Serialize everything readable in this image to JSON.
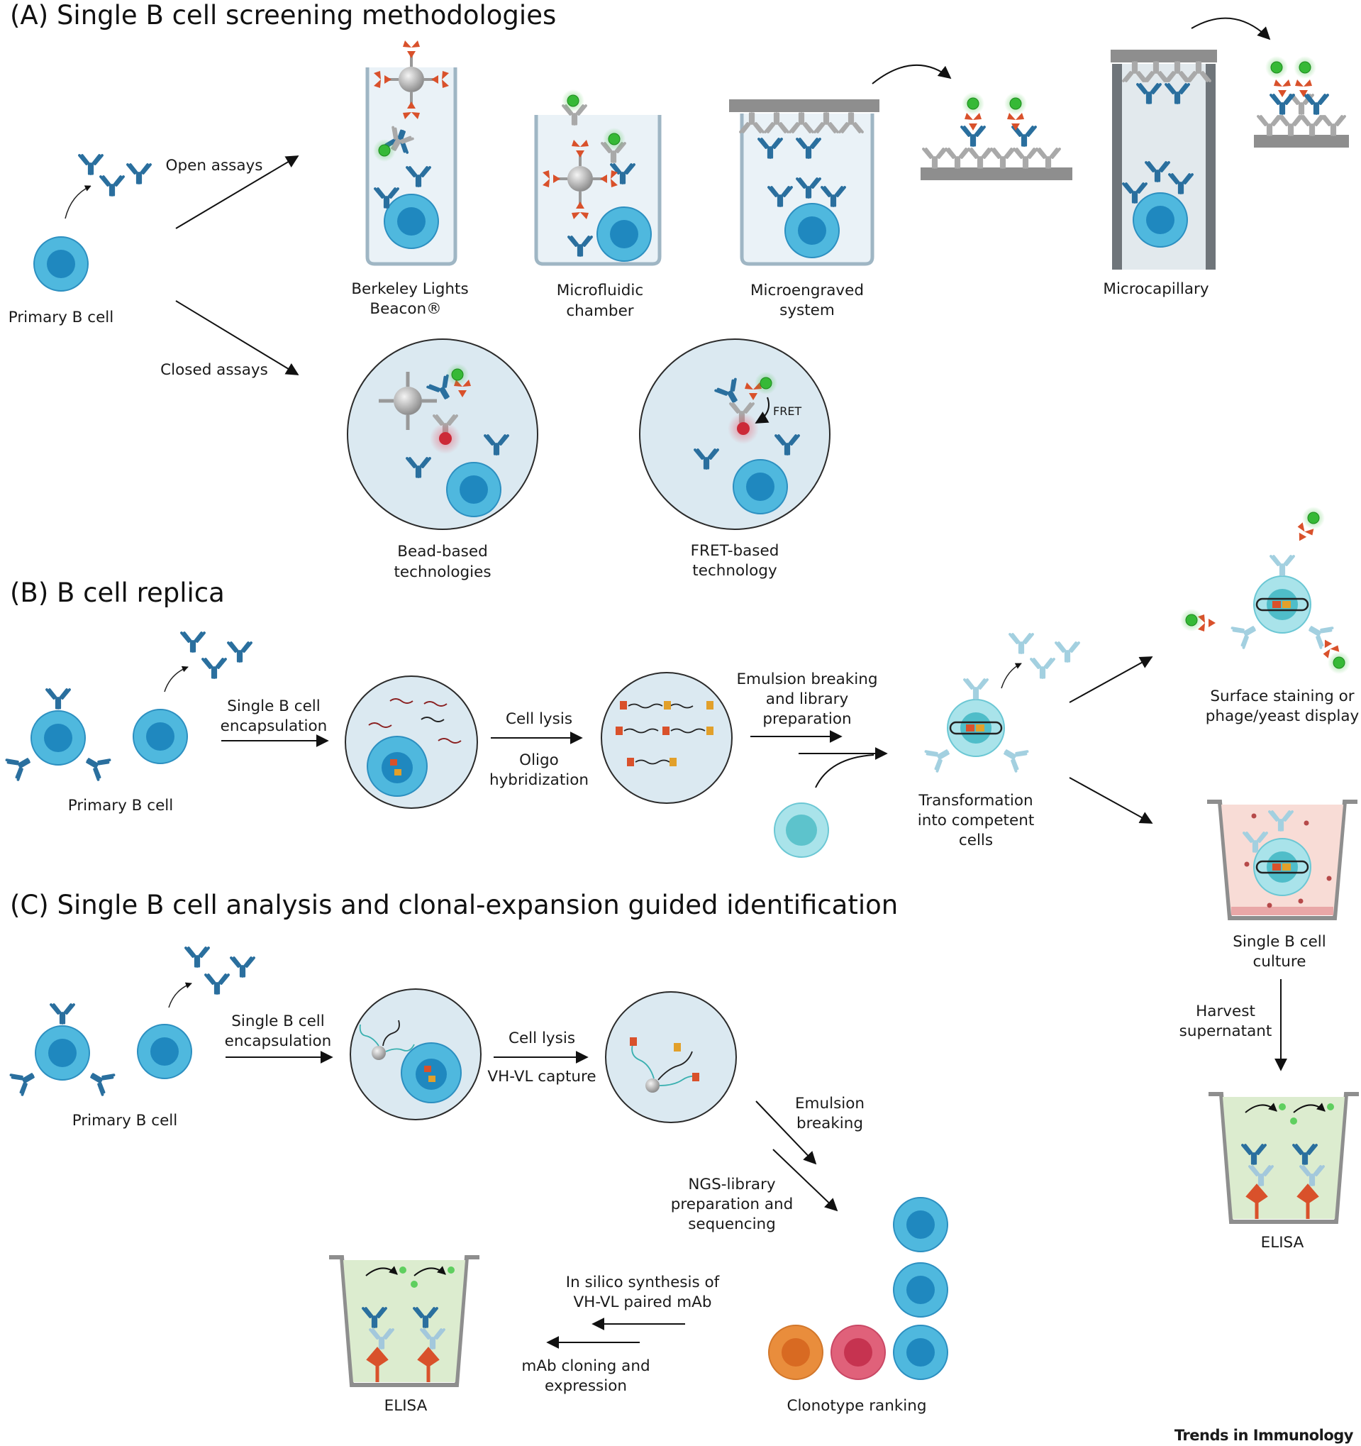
{
  "panel_a": {
    "title": "(A) Single B cell screening methodologies",
    "primary_cell": "Primary B cell",
    "open_assays": "Open assays",
    "closed_assays": "Closed assays",
    "beacon": [
      "Berkeley Lights",
      "Beacon®"
    ],
    "microfluidic": [
      "Microfluidic",
      "chamber"
    ],
    "microengraved": [
      "Microengraved",
      "system"
    ],
    "microcapillary": "Microcapillary",
    "bead": [
      "Bead-based",
      "technologies"
    ],
    "fret_based": [
      "FRET-based",
      "technology"
    ],
    "fret": "FRET"
  },
  "panel_b": {
    "title": "(B) B cell replica",
    "primary_cell": "Primary B cell",
    "encapsulation": [
      "Single B cell",
      "encapsulation"
    ],
    "lysis": "Cell lysis",
    "hybridization": [
      "Oligo",
      "hybridization"
    ],
    "emulsion": [
      "Emulsion breaking",
      "and library",
      "preparation"
    ],
    "transformation": [
      "Transformation",
      "into competent",
      "cells"
    ],
    "surface": [
      "Surface staining or",
      "phage/yeast display"
    ],
    "culture": [
      "Single B cell",
      "culture"
    ],
    "harvest": [
      "Harvest",
      "supernatant"
    ],
    "elisa": "ELISA"
  },
  "panel_c": {
    "title": "(C) Single B cell analysis and clonal-expansion guided identification",
    "primary_cell": "Primary B cell",
    "encapsulation": [
      "Single B cell",
      "encapsulation"
    ],
    "lysis": "Cell lysis",
    "capture": "VH-VL capture",
    "emulsion": [
      "Emulsion",
      "breaking"
    ],
    "ngs": [
      "NGS-library",
      "preparation and",
      "sequencing"
    ],
    "clonotype": "Clonotype ranking",
    "insilico": [
      "In silico synthesis of",
      "VH-VL paired mAb"
    ],
    "cloning": [
      "mAb cloning and",
      "expression"
    ],
    "elisa": "ELISA"
  },
  "brand": "Trends in Immunology",
  "colors": {
    "cell_outer": "#4fb8de",
    "cell_nucleus": "#1f88bf",
    "antibody": "#2a6f9e",
    "antibody_grey": "#a9a9a9",
    "antigen_red": "#d9512b",
    "fluor_green": "#3fbf3f",
    "well_light": "#dbe9f1",
    "elisa_green": "#dceccf",
    "culture_pink": "#f8dcd6",
    "clone_orange": "#e98d3c",
    "clone_pink": "#e0617a"
  }
}
